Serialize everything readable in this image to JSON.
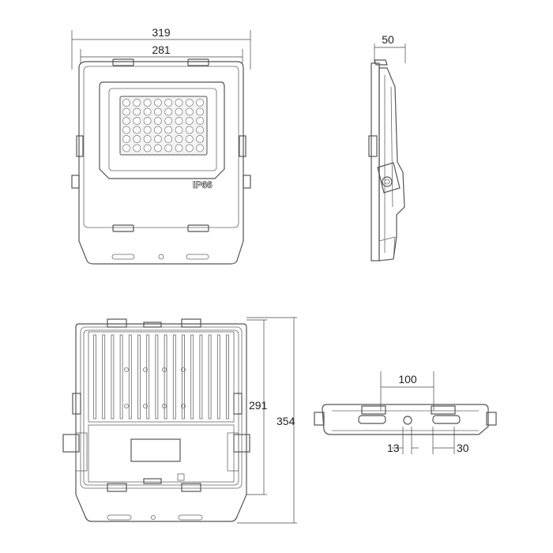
{
  "dimensions": {
    "front_width_overall": "319",
    "front_width_bracket": "281",
    "side_depth": "50",
    "rear_height_inner": "291",
    "rear_height_overall": "354",
    "bottom_spacing": "100",
    "bottom_hole": "13",
    "bottom_slot": "30"
  },
  "front": {
    "rating_mark": "IP66",
    "led_grid": {
      "rows": 6,
      "cols": 8
    }
  },
  "rear": {
    "fin_count": 16
  },
  "colors": {
    "line": "#555555",
    "panel": "#f3f3f3",
    "led_face": "#f6f6f6"
  }
}
